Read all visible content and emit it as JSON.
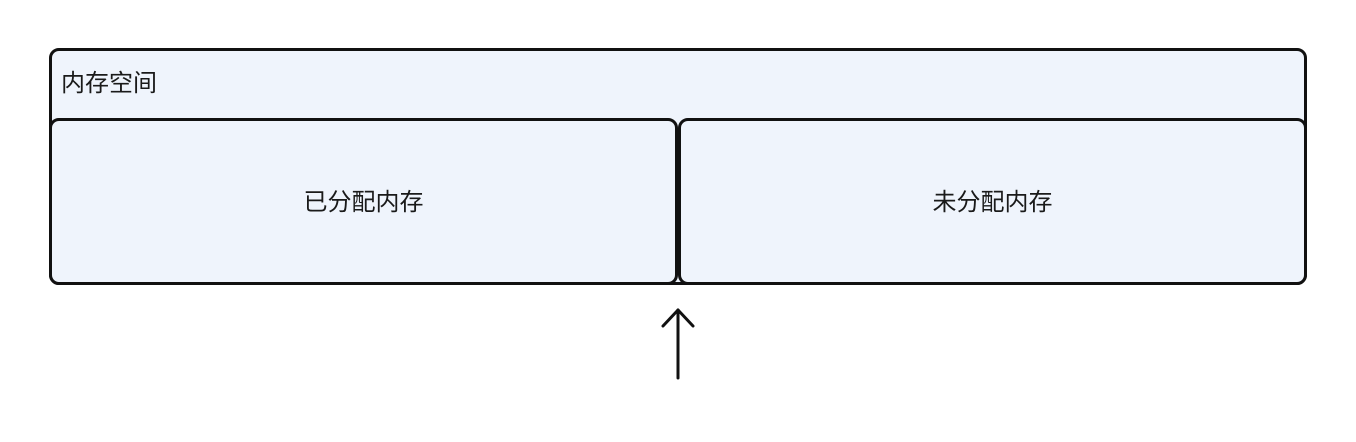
{
  "diagram": {
    "container": {
      "label": "内存空间"
    },
    "regions": [
      {
        "label": "已分配内存"
      },
      {
        "label": "未分配内存"
      }
    ],
    "pointer": {
      "icon": "arrow-up-icon",
      "direction": "up"
    },
    "colors": {
      "fill": "#eff4fc",
      "stroke": "#111111",
      "text": "#1a1a1a"
    }
  }
}
